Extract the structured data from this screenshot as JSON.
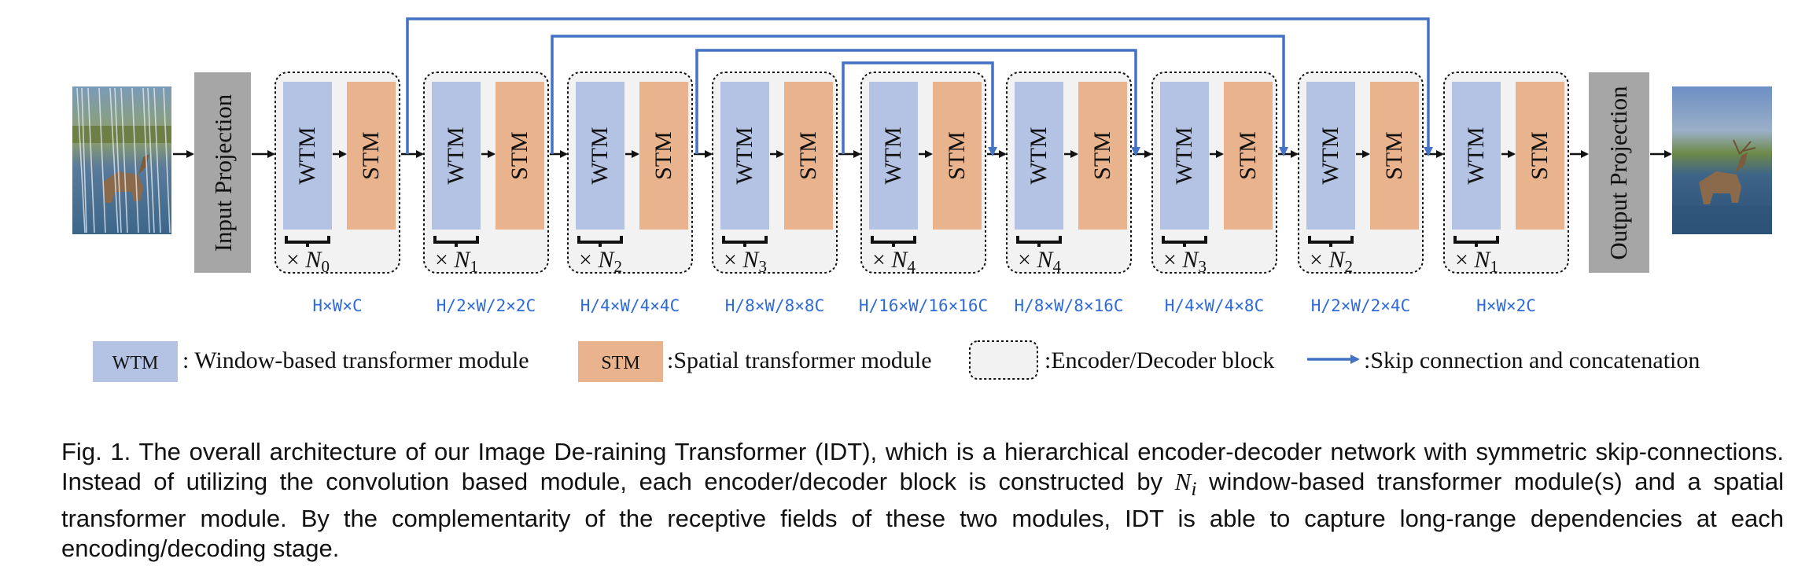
{
  "input_image_label": "rainy input image",
  "output_image_label": "derained output image",
  "input_projection": "Input Projection",
  "output_projection": "Output Projection",
  "module_labels": {
    "wtm": "WTM",
    "stm": "STM"
  },
  "blocks": [
    {
      "n": "0",
      "dims": "H×W×C"
    },
    {
      "n": "1",
      "dims": "H/2×W/2×2C"
    },
    {
      "n": "2",
      "dims": "H/4×W/4×4C"
    },
    {
      "n": "3",
      "dims": "H/8×W/8×8C"
    },
    {
      "n": "4",
      "dims": "H/16×W/16×16C"
    },
    {
      "n": "4",
      "dims": "H/8×W/8×16C"
    },
    {
      "n": "3",
      "dims": "H/4×W/4×8C"
    },
    {
      "n": "2",
      "dims": "H/2×W/2×4C"
    },
    {
      "n": "1",
      "dims": "H×W×2C"
    }
  ],
  "legend": {
    "wtm_box": "WTM",
    "wtm_text": ": Window-based transformer module",
    "stm_box": "STM",
    "stm_text": ":Spatial transformer module",
    "block_text": ":Encoder/Decoder block",
    "skip_text": ":Skip connection and concatenation"
  },
  "colors": {
    "wtm": "#b4c3e4",
    "stm": "#e9b48d",
    "projection": "#a6a6a6",
    "block_bg": "#f2f2f2",
    "skip": "#4472c4",
    "dims_text": "#2e6bd8"
  },
  "caption": {
    "prefix": "Fig. 1. The overall architecture of our Image De-raining Transformer (IDT), which is a hierarchical encoder-decoder network with symmetric skip-connections. Instead of utilizing the convolution based module, each encoder/decoder block is constructed by ",
    "math": "N",
    "math_sub": "i",
    "suffix": " window-based transformer module(s) and a spatial transformer module. By the complementarity of the receptive fields of these two modules, IDT is able to capture long-range dependencies at each encoding/decoding stage."
  }
}
